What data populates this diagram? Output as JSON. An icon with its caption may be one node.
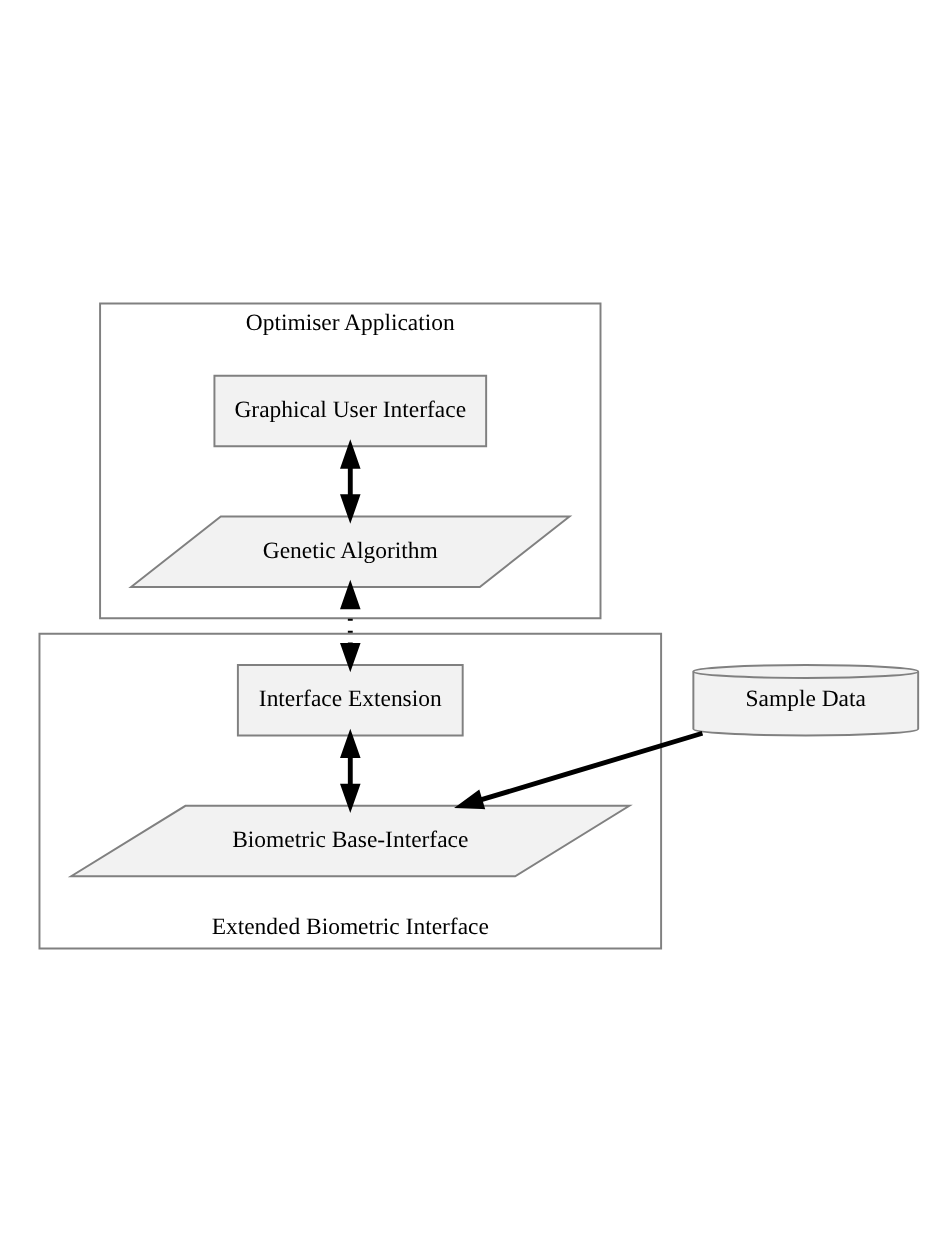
{
  "diagram": {
    "nodes": [
      {
        "text": [
          "Optimiser Application"
        ]
      },
      {
        "text": [
          "Graphical User Interface"
        ],
        "in": 0
      },
      {
        "text": [
          "Genetic Algorithm"
        ],
        "in": 0
      },
      {
        "text": [
          "Extended Biometric Interface"
        ]
      },
      {
        "text": [
          "Interface Extension"
        ],
        "in": 3
      },
      {
        "text": [
          "Biometric Base-Interface"
        ],
        "in": 3
      },
      {
        "text": [
          "Sample Data"
        ]
      }
    ],
    "edges": [
      {
        "from": 1,
        "to": 2,
        "arrow": "both"
      },
      {
        "from": 2,
        "to": 4,
        "arrow": "both",
        "style": "dashed"
      },
      {
        "from": 4,
        "to": 5,
        "arrow": "both"
      },
      {
        "from": 6,
        "to": 5,
        "arrow": "to"
      }
    ]
  }
}
